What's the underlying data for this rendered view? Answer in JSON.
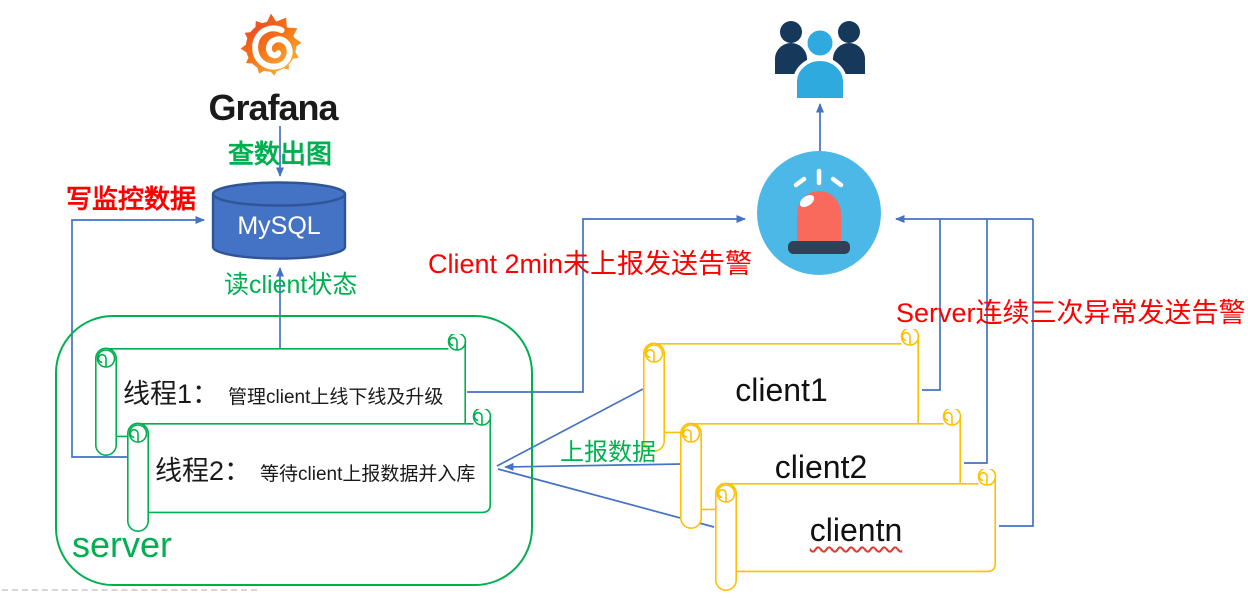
{
  "grafana": {
    "wordmark": "Grafana"
  },
  "mysql": {
    "label": "MySQL"
  },
  "labels": {
    "query_draw": "查数出图",
    "write_monitor": "写监控数据",
    "read_client_state": "读client状态",
    "client_no_report_alert": "Client 2min未上报发送告警",
    "server_abnormal_alert": "Server连续三次异常发送告警",
    "report_data": "上报数据"
  },
  "server_box": {
    "label": "server",
    "threads": [
      {
        "title": "线程1：",
        "desc": "管理client上线下线及升级"
      },
      {
        "title": "线程2：",
        "desc": "等待client上报数据并入库"
      }
    ]
  },
  "clients": [
    {
      "label": "client1"
    },
    {
      "label": "client2"
    },
    {
      "label": "clientn"
    }
  ],
  "icons": {
    "grafana": "grafana-flame-icon",
    "database": "mysql-cylinder-icon",
    "users": "users-group-icon",
    "alarm": "alarm-siren-icon"
  },
  "colors": {
    "line_blue": "#4472C4",
    "green": "#00B050",
    "red": "#FF0000",
    "scroll_yellow": "#FFC000",
    "mysql_fill": "#4472C4",
    "mysql_stroke": "#2F5597",
    "alarm_circle": "#4CB8E8",
    "siren_red": "#F9695C",
    "siren_base": "#2F4156",
    "people_front": "#2EAADF",
    "people_back": "#16395B"
  }
}
